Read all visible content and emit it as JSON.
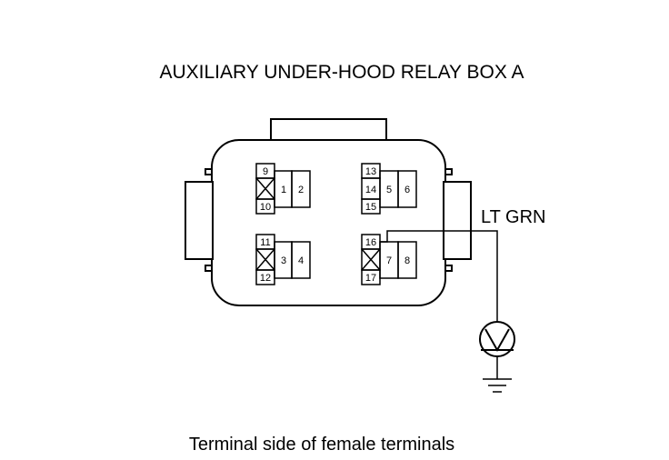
{
  "diagram": {
    "title": "AUXILIARY UNDER-HOOD RELAY BOX A",
    "footer_caption": "Terminal side of female terminals",
    "wire_color_label": "LT GRN",
    "terminals": [
      {
        "id": "9"
      },
      {
        "id": "10"
      },
      {
        "id": "1"
      },
      {
        "id": "2"
      },
      {
        "id": "13"
      },
      {
        "id": "14"
      },
      {
        "id": "15"
      },
      {
        "id": "5"
      },
      {
        "id": "6"
      },
      {
        "id": "11"
      },
      {
        "id": "12"
      },
      {
        "id": "3"
      },
      {
        "id": "4"
      },
      {
        "id": "16"
      },
      {
        "id": "17"
      },
      {
        "id": "7"
      },
      {
        "id": "8"
      }
    ],
    "meter": {
      "symbol": "V",
      "icon": "voltmeter-icon"
    },
    "ground": {
      "icon": "ground-icon"
    },
    "colors": {
      "ink": "#000000",
      "background": "#ffffff"
    }
  }
}
